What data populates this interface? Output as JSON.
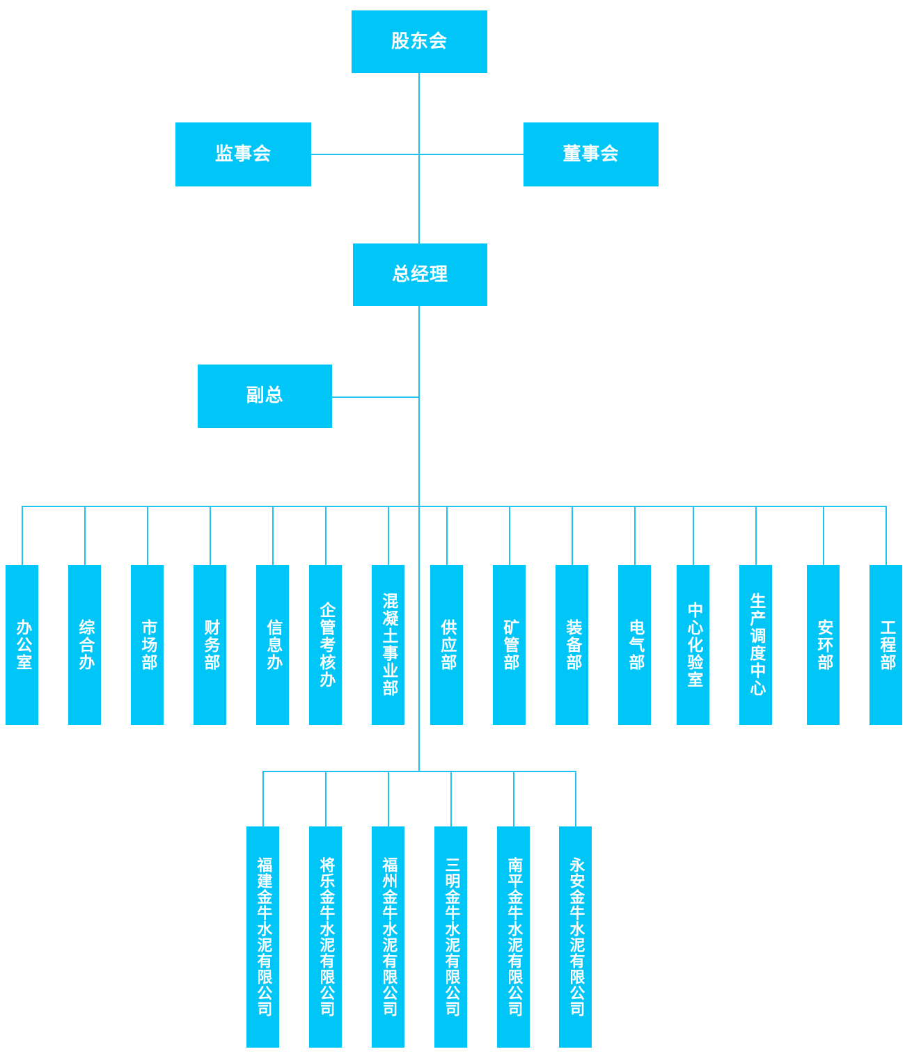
{
  "meta": {
    "accent_color": "#00c6f8",
    "line_color": "#1fc3f0",
    "text_color": "#ffffff",
    "background": "#ffffff"
  },
  "nodes": {
    "shareholders": "股东会",
    "supervisory_board": "监事会",
    "board_of_directors": "董事会",
    "general_manager": "总经理",
    "deputy_general_manager": "副总"
  },
  "departments": [
    {
      "label": "办公室"
    },
    {
      "label": "综合办"
    },
    {
      "label": "市场部"
    },
    {
      "label": "财务部"
    },
    {
      "label": "信息办"
    },
    {
      "label": "企管考核办"
    },
    {
      "label": "混凝土事业部"
    },
    {
      "label": "供应部"
    },
    {
      "label": "矿管部"
    },
    {
      "label": "装备部"
    },
    {
      "label": "电气部"
    },
    {
      "label": "中心化验室"
    },
    {
      "label": "生产调度中心"
    },
    {
      "label": "安环部"
    },
    {
      "label": "工程部"
    }
  ],
  "subsidiaries": [
    {
      "label": "福建金牛水泥有限公司"
    },
    {
      "label": "将乐金牛水泥有限公司"
    },
    {
      "label": "福州金牛水泥有限公司"
    },
    {
      "label": "三明金牛水泥有限公司"
    },
    {
      "label": "南平金牛水泥有限公司"
    },
    {
      "label": "永安金牛水泥有限公司"
    }
  ]
}
